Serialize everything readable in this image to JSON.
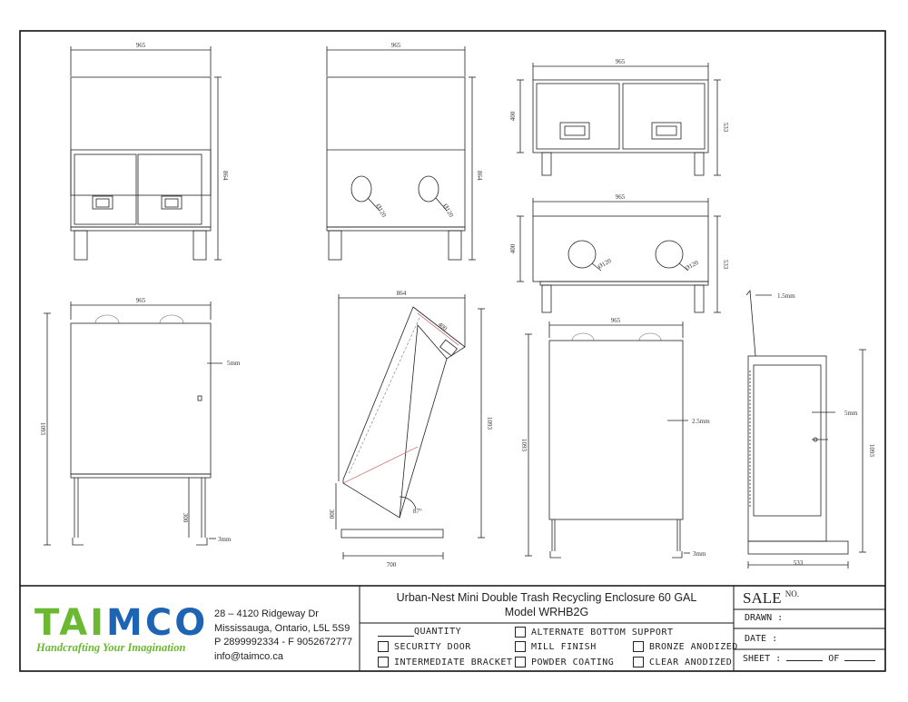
{
  "company": {
    "logo_text": "TAIMCO",
    "logo_colors": {
      "green": "#6bb832",
      "blue": "#1e64b4"
    },
    "tagline": "Handcrafting Your Imagination",
    "address_line1": "28 – 4120 Ridgeway Dr",
    "address_line2": "Mississauga, Ontario, L5L 5S9",
    "phone_line": "P 2899992334 - F 9052672777",
    "email": "info@taimco.ca"
  },
  "title_block": {
    "product_name": "Urban-Nest Mini Double Trash Recycling Enclosure 60 GAL",
    "model": "Model WRHB2G",
    "sale_label": "SALE",
    "sale_no_label": "NO.",
    "drawn_label": "DRAWN :",
    "date_label": "DATE :",
    "sheet_label": "SHEET :",
    "of_label": "OF",
    "quantity_label": "QUANTITY",
    "options": [
      "SECURITY DOOR",
      "INTERMEDIATE BRACKET",
      "ALTERNATE BOTTOM SUPPORT",
      "MILL FINISH",
      "POWDER COATING",
      "BRONZE ANODIZED",
      "CLEAR ANODIZED"
    ]
  },
  "dimensions": {
    "front_width": "965",
    "front_height": "864",
    "back_width": "965",
    "back_height": "864",
    "back_hole_left": "Ø120",
    "back_hole_right": "Ø120",
    "top_width": "965",
    "top_left_height": "400",
    "top_right_height": "533",
    "plan_width": "965",
    "plan_left_height": "400",
    "plan_right_height": "533",
    "plan_hole_left": "Ø120",
    "plan_hole_right": "Ø120",
    "door_width": "965",
    "door_height": "1093",
    "door_gap": "5mm",
    "door_leg_height": "300",
    "door_foot": "3mm",
    "side_depth_top": "864",
    "side_lid": "400",
    "side_height": "1093",
    "side_leg_height": "300",
    "side_angle": "87°",
    "side_base": "700",
    "rear_width": "965",
    "rear_gap": "2.5mm",
    "rear_height": "1093",
    "rear_foot": "3mm",
    "section_top": "1.5mm",
    "section_gap": "5mm",
    "section_height": "1093",
    "section_base": "533"
  }
}
